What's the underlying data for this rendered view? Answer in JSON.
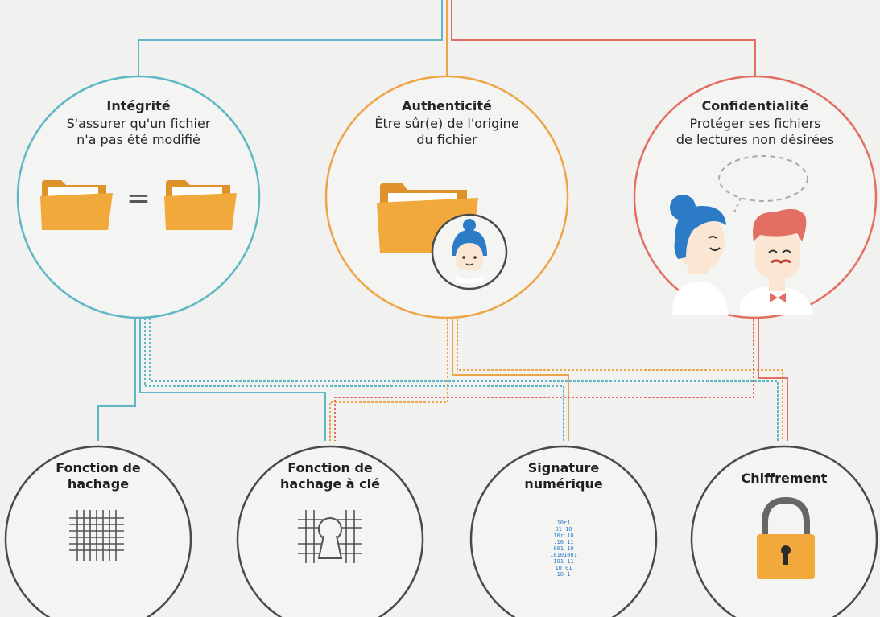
{
  "goals": [
    {
      "id": "integrite",
      "title": "Intégrité",
      "desc1": "S'assurer qu'un fichier",
      "desc2": "n'a pas été modifié",
      "color": "#5fb7c6"
    },
    {
      "id": "authenticite",
      "title": "Authenticité",
      "desc1": "Être sûr(e) de l'origine",
      "desc2": "du fichier",
      "color": "#eda54a"
    },
    {
      "id": "confidentialite",
      "title": "Confidentialité",
      "desc1": "Protéger ses fichiers",
      "desc2": "de lectures non désirées",
      "color": "#e26f62"
    }
  ],
  "tools": [
    {
      "id": "hachage",
      "line1": "Fonction de",
      "line2": "hachage",
      "icon": "hash-grid-icon"
    },
    {
      "id": "hachage-cle",
      "line1": "Fonction de",
      "line2": "hachage à clé",
      "icon": "keyed-hash-icon"
    },
    {
      "id": "signature",
      "line1": "Signature",
      "line2": "numérique",
      "icon": "binary-letter-icon"
    },
    {
      "id": "chiffrement",
      "line1": "Chiffrement",
      "line2": "",
      "icon": "padlock-icon"
    }
  ],
  "integrite_symbol": "=",
  "binary_rows": [
    "10r1",
    "01 10",
    "10r 10",
    ".10 11",
    "001 10",
    "10101001",
    "101 11",
    "10 01",
    "10 1"
  ],
  "colors": {
    "background": "#f1f1f0",
    "tool_ring": "#4a4a4a",
    "folder": "#f2a93b",
    "folder_dark": "#e0922a",
    "hair": "#2b7bc6",
    "skin": "#fbe6d4",
    "lock": "#f2a93b"
  }
}
